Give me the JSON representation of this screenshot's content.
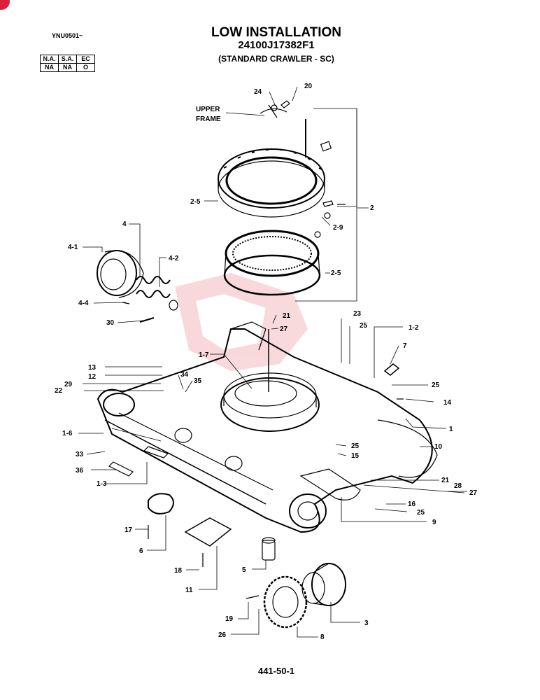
{
  "header": {
    "code": "YNU0501~",
    "title": "LOW INSTALLATION",
    "part_no": "24100J17382F1",
    "subtitle": "(STANDARD CRAWLER - SC)"
  },
  "availability": {
    "columns": [
      "N.A.",
      "S.A.",
      "EC"
    ],
    "values": [
      "NA",
      "NA",
      "O"
    ]
  },
  "footer": {
    "page": "441-50-1"
  },
  "callouts": {
    "upper_frame_1": "UPPER",
    "upper_frame_2": "FRAME",
    "c1": "1",
    "c1_2": "1-2",
    "c1_3": "1-3",
    "c1_6": "1-6",
    "c1_7": "1-7",
    "c2": "2",
    "c2_5a": "2-5",
    "c2_5b": "2-5",
    "c2_9": "2-9",
    "c3": "3",
    "c4": "4",
    "c4_1": "4-1",
    "c4_2": "4-2",
    "c4_4": "4-4",
    "c5": "5",
    "c6": "6",
    "c7": "7",
    "c8": "8",
    "c9": "9",
    "c10": "10",
    "c11": "11",
    "c12": "12",
    "c13": "13",
    "c14": "14",
    "c15": "15",
    "c16": "16",
    "c17": "17",
    "c18": "18",
    "c19": "19",
    "c20": "20",
    "c21a": "21",
    "c21b": "21",
    "c22": "22",
    "c23": "23",
    "c24": "24",
    "c25a": "25",
    "c25b": "25",
    "c25c": "25",
    "c25d": "25",
    "c26": "26",
    "c27a": "27",
    "c27b": "27",
    "c28": "28",
    "c29": "29",
    "c30": "30",
    "c33": "33",
    "c34": "34",
    "c35": "35",
    "c36": "36"
  }
}
